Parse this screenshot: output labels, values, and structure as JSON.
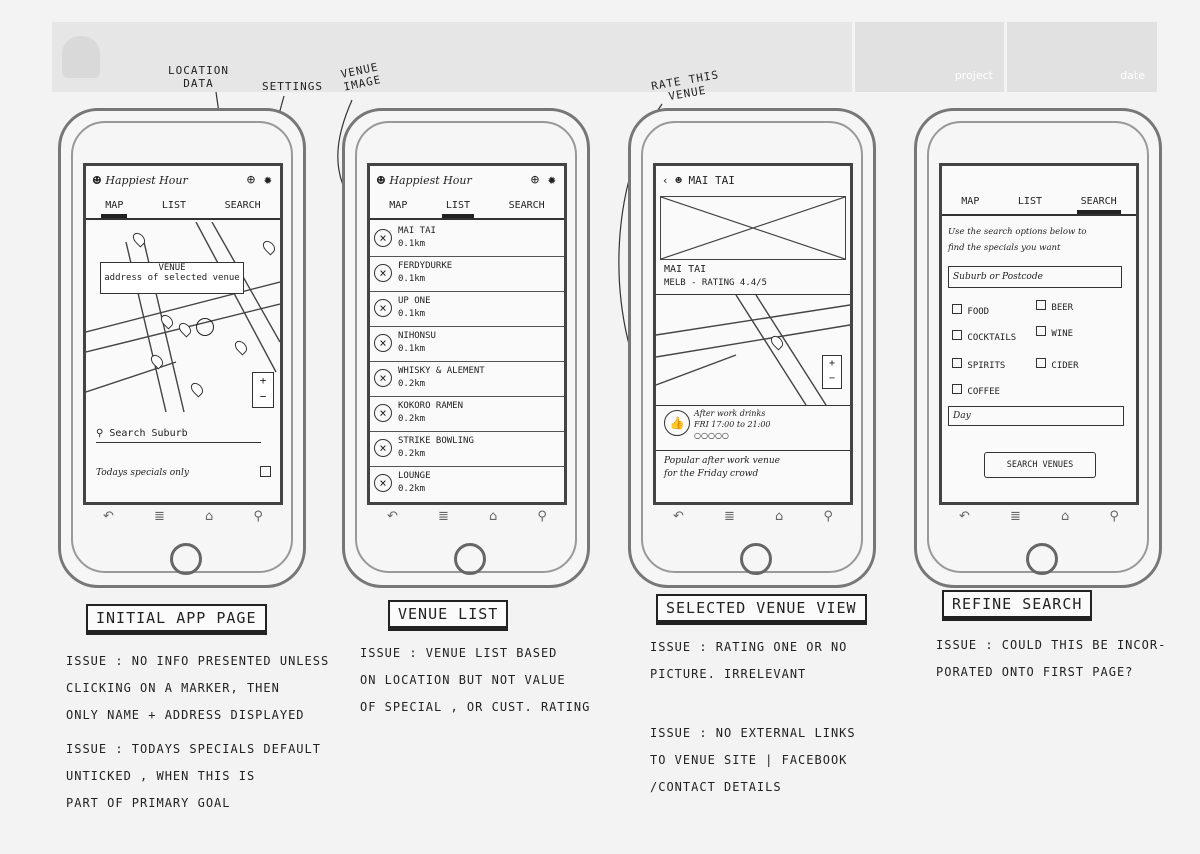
{
  "header": {
    "project_label": "project",
    "date_label": "date"
  },
  "annotations": {
    "location_data": "LOCATION\nDATA",
    "settings": "SETTINGS",
    "venue_image": "VENUE\nIMAGE",
    "rate_this_venue": "RATE THIS\nVENUE"
  },
  "screen1": {
    "app_title": "Happiest Hour",
    "tabs": [
      "MAP",
      "LIST",
      "SEARCH"
    ],
    "callout_title": "VENUE",
    "callout_sub": "address of selected venue",
    "search_placeholder": "Search Suburb",
    "specials_label": "Todays specials only",
    "zoom_in": "+",
    "zoom_out": "−",
    "caption": "INITIAL APP PAGE",
    "issue1": "ISSUE : NO INFO PRESENTED UNLESS\nCLICKING ON A MARKER, THEN\nONLY NAME + ADDRESS DISPLAYED",
    "issue2": "ISSUE : TODAYS SPECIALS DEFAULT\nUNTICKED , WHEN THIS IS\nPART OF PRIMARY GOAL"
  },
  "screen2": {
    "app_title": "Happiest Hour",
    "tabs": [
      "MAP",
      "LIST",
      "SEARCH"
    ],
    "venues": [
      {
        "name": "MAI TAI",
        "dist": "0.1km"
      },
      {
        "name": "FERDYDURKE",
        "dist": "0.1km"
      },
      {
        "name": "UP ONE",
        "dist": "0.1km"
      },
      {
        "name": "NIHONSU",
        "dist": "0.1km"
      },
      {
        "name": "WHISKY & ALEMENT",
        "dist": "0.2km"
      },
      {
        "name": "KOKORO RAMEN",
        "dist": "0.2km"
      },
      {
        "name": "STRIKE BOWLING",
        "dist": "0.2km"
      },
      {
        "name": "LOUNGE",
        "dist": "0.2km"
      }
    ],
    "caption": "VENUE LIST",
    "issue1": "ISSUE : VENUE LIST BASED\nON LOCATION BUT NOT VALUE\nOF SPECIAL , OR CUST. RATING"
  },
  "screen3": {
    "title": "MAI TAI",
    "venue_name": "MAI TAI",
    "rating": "MELB - RATING 4.4/5",
    "special_title": "After work drinks",
    "special_time": "FRI 17:00 to 21:00",
    "stars": "○○○○○",
    "description": "Popular after work venue\nfor the Friday crowd",
    "zoom_in": "+",
    "zoom_out": "−",
    "caption": "SELECTED VENUE VIEW",
    "issue1": "ISSUE : RATING ONE OR NO\nPICTURE. IRRELEVANT",
    "issue2": "ISSUE : NO EXTERNAL LINKS\nTO VENUE SITE | FACEBOOK\n/CONTACT DETAILS"
  },
  "screen4": {
    "tabs": [
      "MAP",
      "LIST",
      "SEARCH"
    ],
    "intro": "Use the search options below to\nfind the specials you want",
    "suburb_placeholder": "Suburb or Postcode",
    "options": [
      "FOOD",
      "BEER",
      "COCKTAILS",
      "WINE",
      "SPIRITS",
      "CIDER",
      "COFFEE"
    ],
    "day_placeholder": "Day",
    "search_button": "SEARCH VENUES",
    "caption": "REFINE SEARCH",
    "issue1": "ISSUE : COULD THIS BE INCOR-\nPORATED ONTO FIRST PAGE?"
  },
  "nav": {
    "back": "↶",
    "menu": "≣",
    "home": "⌂",
    "search": "⚲"
  }
}
